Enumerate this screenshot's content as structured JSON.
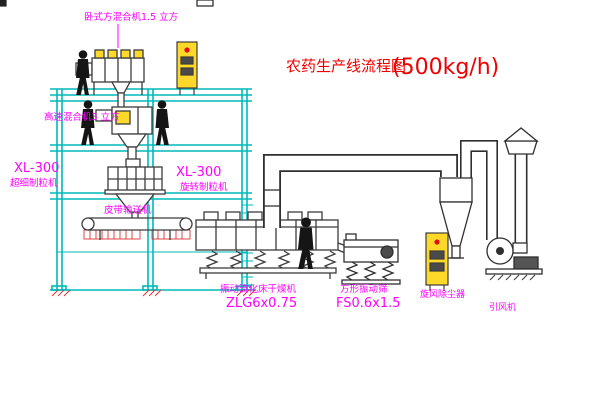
{
  "title": {
    "name": "农药生产线流程图",
    "capacity": "(500kg/h)"
  },
  "labels": {
    "top_mixer": "卧式方混合机1.5 立方",
    "high_speed_mixer": "高速混合机3 立方",
    "left_granulator_model": "XL-300",
    "left_granulator_name": "超细制粒机",
    "mid_granulator_model": "XL-300",
    "mid_granulator_name": "旋转制粒机",
    "belt_conveyor": "皮带输送机",
    "dryer_name": "振动流化床干燥机",
    "dryer_model": "ZLG6x0.75",
    "sieve_name": "方形振动筛",
    "sieve_model": "FS0.6x1.5",
    "cyclone_name": "旋风除尘器",
    "fan_name": "引风机"
  },
  "colors": {
    "title_red": "#ee0000",
    "label_magenta": "#ff00ff",
    "structure_cyan": "#00b9b9",
    "equipment_line": "#3c3c3c",
    "cabinet_yellow": "#ffd92a",
    "indicator_red": "#e01010",
    "grating_red": "#e03030",
    "figure_black": "#151515",
    "background": "#ffffff"
  }
}
